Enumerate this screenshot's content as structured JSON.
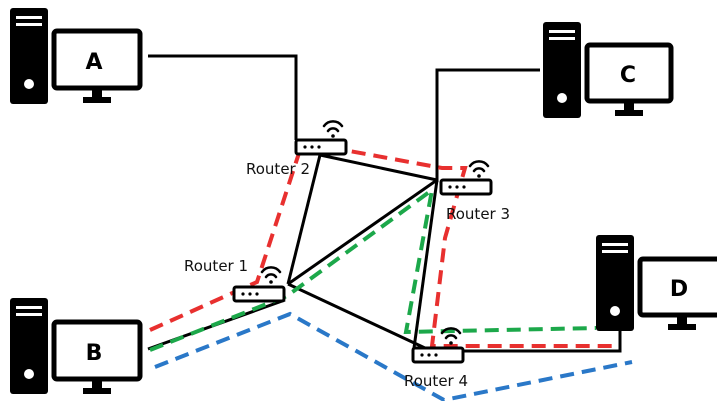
{
  "computers": {
    "a": {
      "label": "A"
    },
    "b": {
      "label": "B"
    },
    "c": {
      "label": "C"
    },
    "d": {
      "label": "D"
    }
  },
  "routers": {
    "r1": {
      "label": "Router 1"
    },
    "r2": {
      "label": "Router 2"
    },
    "r3": {
      "label": "Router 3"
    },
    "r4": {
      "label": "Router 4"
    }
  },
  "path_colors": {
    "red": "#e8302f",
    "green": "#1ca84a",
    "blue": "#2a78c8",
    "link": "#000000"
  }
}
